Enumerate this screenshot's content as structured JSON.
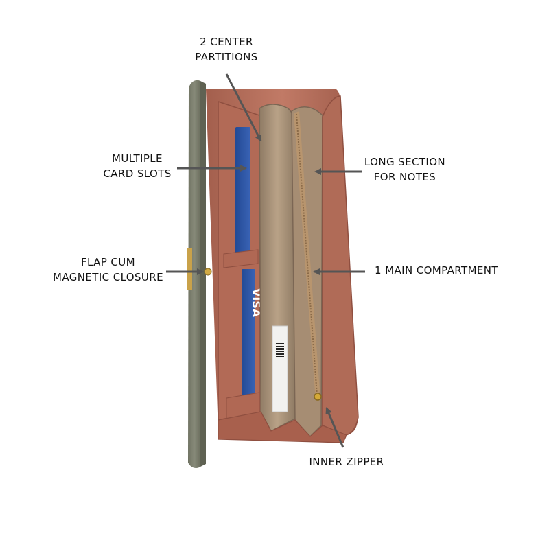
{
  "callouts": {
    "center_partitions": {
      "line1": "2 CENTER",
      "line2": "PARTITIONS"
    },
    "card_slots": {
      "line1": "MULTIPLE",
      "line2": "CARD SLOTS"
    },
    "long_section": {
      "line1": "LONG SECTION",
      "line2": "FOR NOTES"
    },
    "flap_closure": {
      "line1": "FLAP CUM",
      "line2": "MAGNETIC CLOSURE"
    },
    "main_compartment": {
      "line1": "1 MAIN COMPARTMENT"
    },
    "inner_zipper": {
      "line1": "INNER ZIPPER"
    }
  },
  "card_brand_text": "VISA",
  "colors": {
    "outer_shell": "#7c7f6e",
    "lining": "#b8705c",
    "lining_dark": "#8f4f40",
    "partition": "#a89178",
    "zipper_tape": "#b8956e",
    "card_blue": "#2f55a8",
    "arrow": "#555555"
  }
}
